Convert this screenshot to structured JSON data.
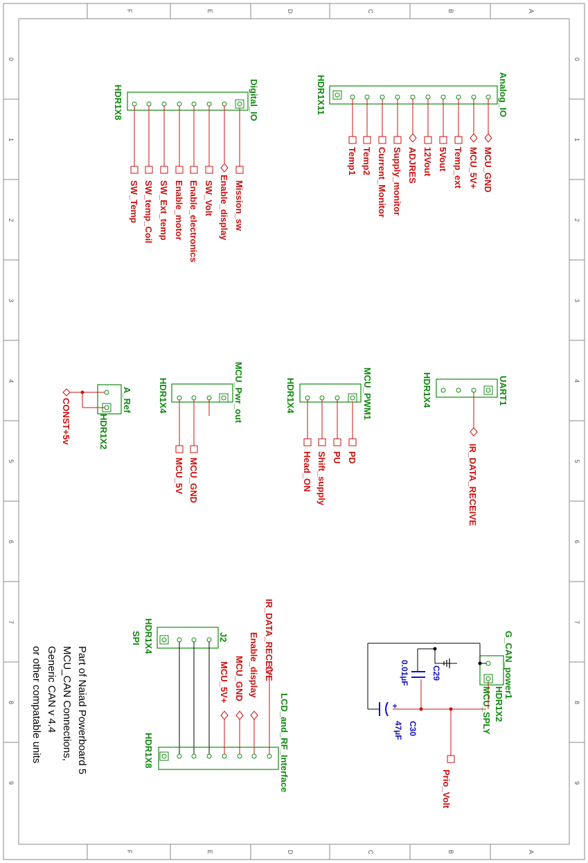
{
  "border": {
    "columns": [
      "0",
      "1",
      "2",
      "3",
      "4",
      "5",
      "6",
      "7",
      "8",
      "9"
    ],
    "rows": [
      "A",
      "B",
      "C",
      "D",
      "E",
      "F"
    ]
  },
  "analog_io": {
    "name": "Analog_IO",
    "type": "HDR1X11",
    "pins": [
      "MCU_GND",
      "MCU_5V+",
      "Temp_ext",
      "5Vout",
      "12Vout",
      "ADJRES",
      "Supply_monitor",
      "Current_Monitor",
      "Temp2",
      "Temp1"
    ]
  },
  "digital_io": {
    "name": "Digital_IO",
    "type": "HDR1X8",
    "pins": [
      "Mission_sw",
      "Enable_display",
      "SW_Volt",
      "Enable_electronics",
      "Enable_motor",
      "SW_Ext_temp",
      "SW_temp_Coil",
      "SW_Temp"
    ]
  },
  "uart1": {
    "name": "UART1",
    "type": "HDR1X4",
    "net": "IR_DATA_RECEIVE"
  },
  "mcu_pwm1": {
    "name": "MCU_PWM1",
    "type": "HDR1X4",
    "pins": [
      "PD",
      "PU",
      "Shift_supply",
      "Head_ON"
    ]
  },
  "mcu_pwr_out": {
    "name": "MCU_Pwr_out",
    "type": "HDR1X4",
    "pins": [
      "MCU_GND",
      "MCU_5V"
    ]
  },
  "a_ref": {
    "name": "A_Ref",
    "type": "HDR1X2",
    "net": "CONST+5v"
  },
  "g_can_power1": {
    "name": "G_CAN_power1",
    "type": "HDR1X2",
    "sub": "MCU_SPLY",
    "net": "Prio_Volt",
    "c29": {
      "name": "C29",
      "value": "0.01µF"
    },
    "c30": {
      "name": "C30",
      "value": "47µF"
    }
  },
  "lcd_rf": {
    "name": "LCD_and_RF_Interface",
    "type": "HDR1X8",
    "pins": [
      "IR_DATA_RECEIVE",
      "Enable_display",
      "MCU_GND",
      "MCU_5V+"
    ]
  },
  "j2": {
    "name": "J2",
    "type": "HDR1X4",
    "sub": "SPI"
  },
  "note": {
    "lines": [
      "Part of Naiad Powerboard 5",
      "MCU_CAN  Connections,",
      "Generic CAN v 4.4",
      "or other compatable units"
    ]
  }
}
